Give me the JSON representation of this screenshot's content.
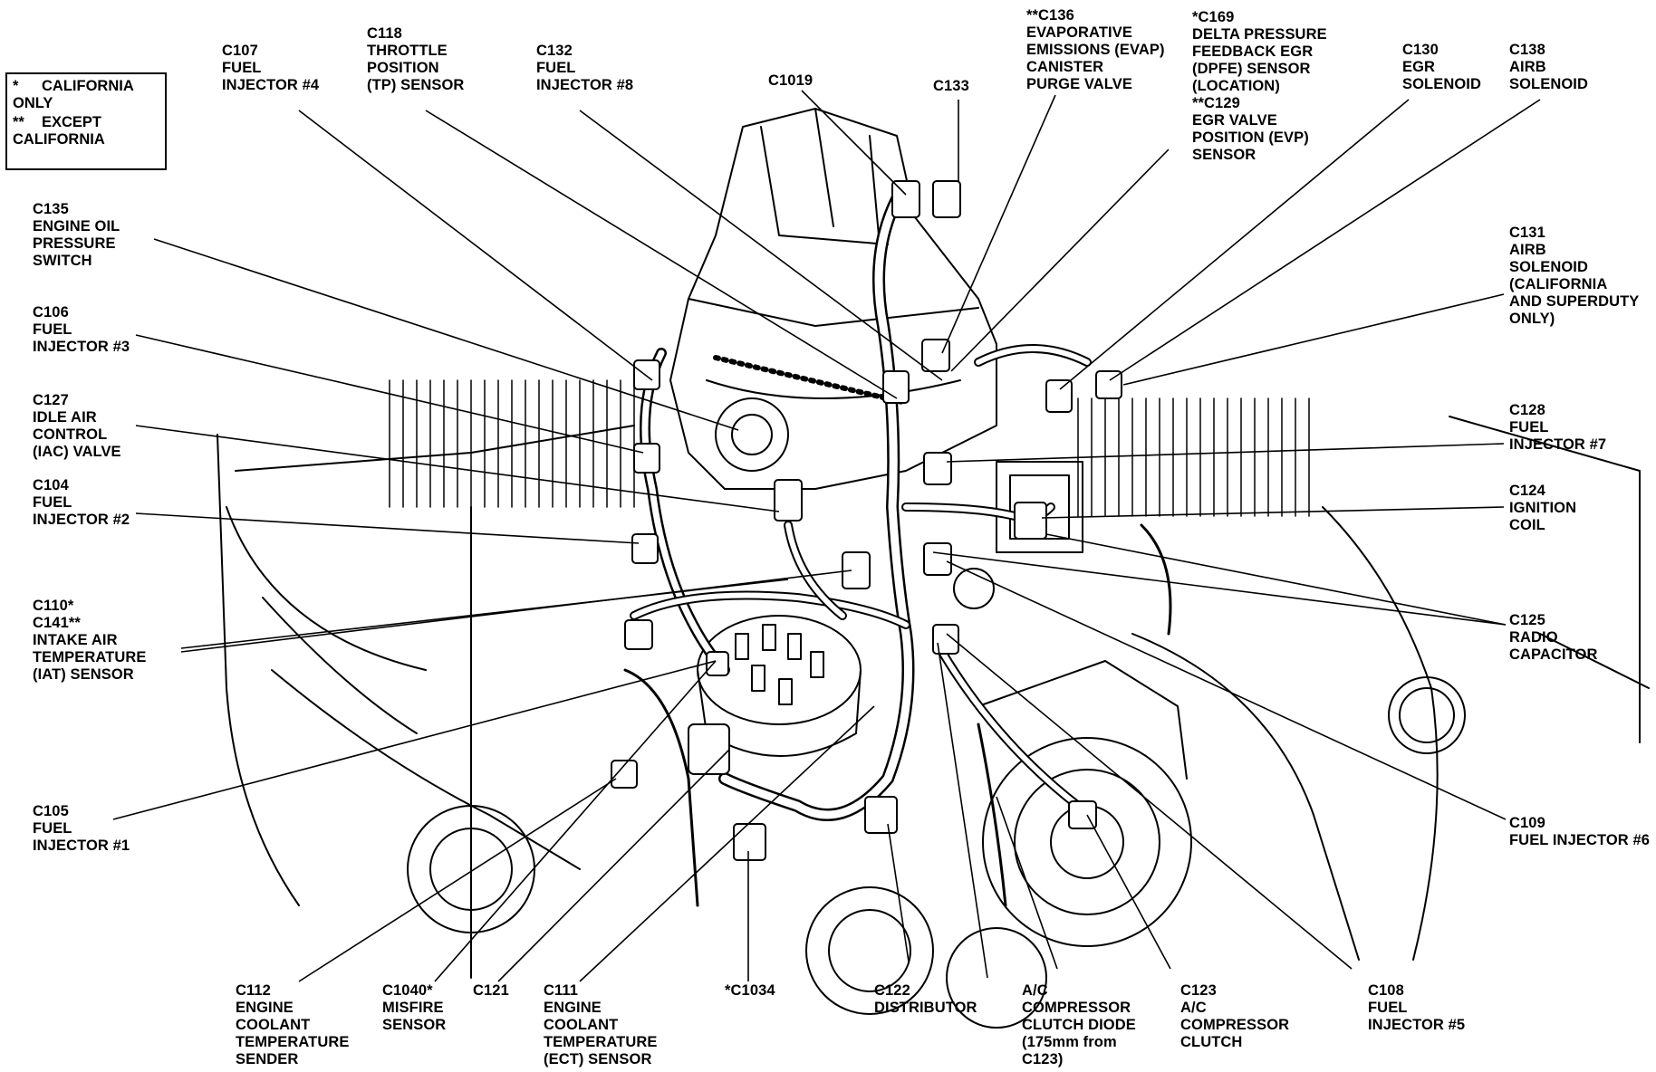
{
  "legend": [
    {
      "mark": "*",
      "text": "CALIFORNIA\nONLY"
    },
    {
      "mark": "**",
      "text": "EXCEPT\nCALIFORNIA"
    }
  ],
  "labels": {
    "c107": "C107\nFUEL\nINJECTOR #4",
    "c118": "C118\nTHROTTLE\nPOSITION\n(TP) SENSOR",
    "c132": "C132\nFUEL\nINJECTOR #8",
    "c1019": "C1019",
    "c133": "C133",
    "c136": "**C136\nEVAPORATIVE\nEMISSIONS (EVAP)\nCANISTER\nPURGE VALVE",
    "c169": "*C169\nDELTA PRESSURE\nFEEDBACK EGR\n(DPFE) SENSOR\n(LOCATION)\n**C129\nEGR VALVE\nPOSITION (EVP)\nSENSOR",
    "c130": "C130\nEGR\nSOLENOID",
    "c138": "C138\nAIRB\nSOLENOID",
    "c135": "C135\nENGINE OIL\nPRESSURE\nSWITCH",
    "c131": "C131\nAIRB\nSOLENOID\n(CALIFORNIA\nAND SUPERDUTY\nONLY)",
    "c106": "C106\nFUEL\nINJECTOR #3",
    "c127": "C127\nIDLE AIR\nCONTROL\n(IAC) VALVE",
    "c128": "C128\nFUEL\nINJECTOR #7",
    "c104": "C104\nFUEL\nINJECTOR #2",
    "c124": "C124\nIGNITION\nCOIL",
    "c110": "C110*\nC141**\nINTAKE AIR\nTEMPERATURE\n(IAT) SENSOR",
    "c125": "C125\nRADIO\nCAPACITOR",
    "c105": "C105\nFUEL\nINJECTOR #1",
    "c109": "C109\nFUEL INJECTOR #6",
    "c112": "C112\nENGINE\nCOOLANT\nTEMPERATURE\nSENDER",
    "c1040": "C1040*\nMISFIRE\nSENSOR",
    "c121": "C121",
    "c111": "C111\nENGINE\nCOOLANT\nTEMPERATURE\n(ECT) SENSOR",
    "c1034": "*C1034",
    "c122": "C122\nDISTRIBUTOR",
    "acdiode": "A/C\nCOMPRESSOR\nCLUTCH DIODE\n(175mm from\nC123)",
    "c123": "C123\nA/C\nCOMPRESSOR\nCLUTCH",
    "c108": "C108\nFUEL\nINJECTOR #5"
  }
}
